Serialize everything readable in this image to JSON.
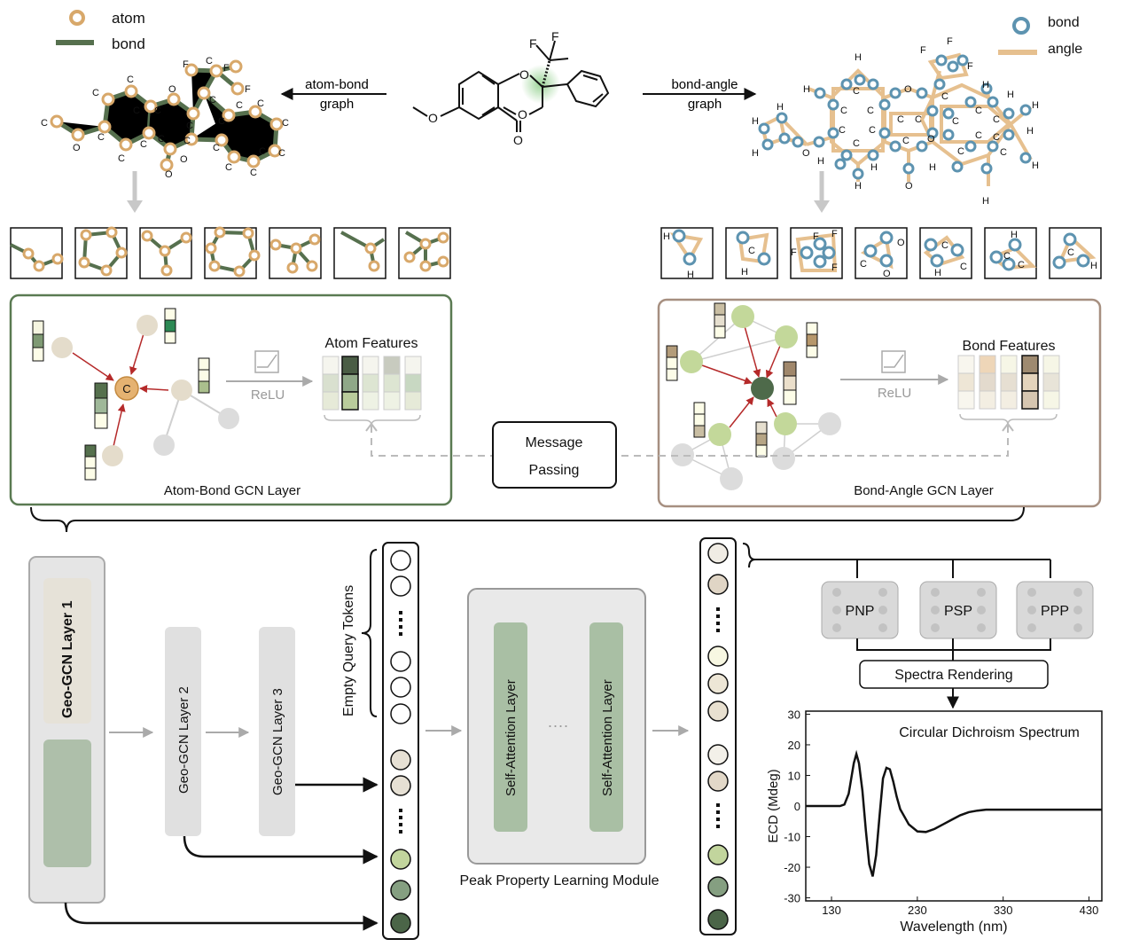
{
  "legend_left": {
    "atom": "atom",
    "bond": "bond"
  },
  "legend_right": {
    "bond": "bond",
    "angle": "angle"
  },
  "arrows": {
    "atom_bond_1": "atom-bond",
    "atom_bond_2": "graph",
    "bond_angle_1": "bond-angle",
    "bond_angle_2": "graph"
  },
  "molecule": {
    "F1": "F",
    "F2": "F",
    "O_ring1": "O",
    "O_ring2": "O",
    "O_carbonyl": "O",
    "O_methoxy": "O"
  },
  "atom_graph": {
    "C_labels": [
      "C",
      "C",
      "C",
      "C",
      "C",
      "C",
      "C",
      "C",
      "C",
      "C",
      "C",
      "C",
      "C",
      "C",
      "C",
      "C",
      "C",
      "C",
      "C",
      "C",
      "C",
      "C"
    ],
    "O_labels": [
      "O",
      "O",
      "O",
      "O"
    ],
    "F_labels": [
      "F",
      "F",
      "F"
    ]
  },
  "bond_graph": {
    "H_labels": [
      "H",
      "H",
      "H",
      "H",
      "H",
      "H",
      "H",
      "H",
      "H",
      "H",
      "H",
      "H",
      "H",
      "H",
      "H"
    ],
    "O_labels": [
      "O",
      "O",
      "O",
      "O"
    ],
    "F_labels": [
      "F",
      "F",
      "F"
    ],
    "C_labels": [
      "C",
      "C",
      "C",
      "C",
      "C",
      "C",
      "C",
      "C",
      "C",
      "C",
      "C",
      "C",
      "C",
      "C",
      "C",
      "C",
      "C"
    ]
  },
  "bond_patches": [
    {
      "labels": [
        "H",
        "H"
      ]
    },
    {
      "labels": [
        "C",
        "H"
      ]
    },
    {
      "labels": [
        "F",
        "F",
        "F",
        "F"
      ]
    },
    {
      "labels": [
        "C",
        "O",
        "O"
      ]
    },
    {
      "labels": [
        "C",
        "H",
        "C"
      ]
    },
    {
      "labels": [
        "H",
        "C",
        "C"
      ]
    },
    {
      "labels": [
        "C",
        "H"
      ]
    }
  ],
  "atom_panel": {
    "center": "C",
    "relu": "ReLU",
    "features": "Atom Features",
    "caption": "Atom-Bond GCN Layer"
  },
  "bond_panel": {
    "relu": "ReLU",
    "features": "Bond Features",
    "caption": "Bond-Angle GCN Layer"
  },
  "message_passing": {
    "line1": "Message",
    "line2": "Passing"
  },
  "geo_layers": [
    "Geo-GCN Layer 1",
    "Geo-GCN Layer 2",
    "Geo-GCN Layer 3"
  ],
  "empty_query": "Empty Query Tokens",
  "attention": {
    "layer1": "Self-Attention Layer",
    "layer2": "Self-Attention Layer",
    "dots": "....",
    "caption": "Peak Property Learning Module"
  },
  "heads": [
    "PNP",
    "PSP",
    "PPP"
  ],
  "spectra_rendering": "Spectra Rendering",
  "colors": {
    "atom": "#d8a86a",
    "bond": "#56704e",
    "bond_node": "#5d93b0",
    "angle": "#e6c08f",
    "green_frame": "#5a7a52",
    "tan_frame": "#a68f80",
    "red_arrow": "#b52a2a"
  },
  "chart_data": {
    "type": "line",
    "title": "Circular Dichroism Spectrum",
    "xlabel": "Wavelength (nm)",
    "ylabel": "ECD (Mdeg)",
    "xlim": [
      100,
      445
    ],
    "ylim": [
      -31,
      31
    ],
    "x_ticks": [
      130,
      230,
      330,
      430
    ],
    "y_ticks": [
      30,
      20,
      10,
      0,
      -10,
      -20,
      -30
    ],
    "series": [
      {
        "x": [
          100,
          120,
          140,
          145,
          150,
          153,
          156,
          159,
          162,
          166,
          170,
          174,
          178,
          182,
          186,
          190,
          194,
          198,
          202,
          206,
          210,
          220,
          230,
          240,
          250,
          260,
          270,
          280,
          290,
          300,
          310,
          320,
          330,
          340,
          360,
          380,
          400,
          420,
          445
        ],
        "y": [
          0,
          0,
          0,
          0.5,
          4,
          9,
          14,
          17,
          14,
          5,
          -8,
          -19,
          -23,
          -16,
          -3,
          9,
          12.5,
          12,
          8,
          3,
          -1,
          -6,
          -8.3,
          -8.5,
          -7.5,
          -6,
          -4.5,
          -3,
          -2,
          -1.5,
          -1.2,
          -1.2,
          -1.2,
          -1.2,
          -1.2,
          -1.2,
          -1.2,
          -1.2,
          -1.2
        ]
      }
    ]
  }
}
